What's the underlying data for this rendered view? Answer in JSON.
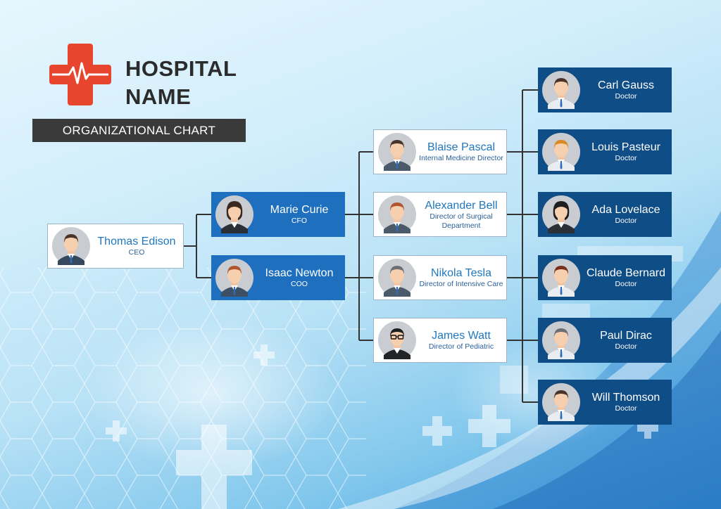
{
  "header": {
    "title_line1": "HOSPITAL",
    "title_line2": "NAME",
    "subtitle": "ORGANIZATIONAL CHART"
  },
  "colors": {
    "logo_red": "#e8452f",
    "box_blue": "#1f6fbf",
    "box_navy": "#0f4d86",
    "name_blue": "#1f77bf",
    "banner_dark": "#3a3a3a",
    "connector": "#333333"
  },
  "icons": {
    "logo": "medical-cross-heartbeat-icon",
    "person": "person-avatar-icon"
  },
  "people": {
    "ceo": {
      "name": "Thomas Edison",
      "role": "CEO"
    },
    "cfo": {
      "name": "Marie Curie",
      "role": "CFO"
    },
    "coo": {
      "name": "Isaac Newton",
      "role": "COO"
    },
    "directors": [
      {
        "name": "Blaise Pascal",
        "role": "Internal Medicine Director"
      },
      {
        "name": "Alexander Bell",
        "role": "Director of Surgical Department"
      },
      {
        "name": "Nikola Tesla",
        "role": "Director of Intensive Care"
      },
      {
        "name": "James Watt",
        "role": "Director of Pediatric"
      }
    ],
    "doctors": [
      {
        "name": "Carl Gauss",
        "role": "Doctor"
      },
      {
        "name": "Louis Pasteur",
        "role": "Doctor"
      },
      {
        "name": "Ada Lovelace",
        "role": "Doctor"
      },
      {
        "name": "Claude Bernard",
        "role": "Doctor"
      },
      {
        "name": "Paul Dirac",
        "role": "Doctor"
      },
      {
        "name": "Will Thomson",
        "role": "Doctor"
      }
    ]
  }
}
